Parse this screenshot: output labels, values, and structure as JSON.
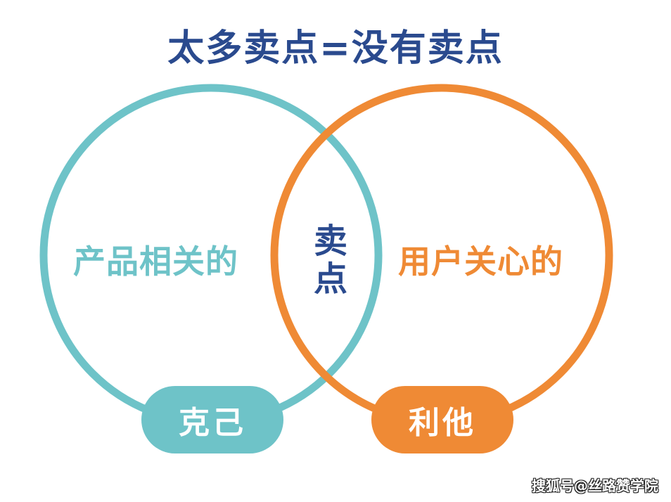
{
  "title": "太多卖点=没有卖点",
  "venn": {
    "left": {
      "label": "产品相关的",
      "tag": "克己",
      "color": "#6ec3c8"
    },
    "right": {
      "label": "用户关心的",
      "tag": "利他",
      "color": "#ef8a35"
    },
    "intersection": {
      "chars": [
        "卖",
        "点"
      ],
      "color": "#2a4a8e"
    }
  },
  "watermark": "搜狐号@丝路赞学院"
}
